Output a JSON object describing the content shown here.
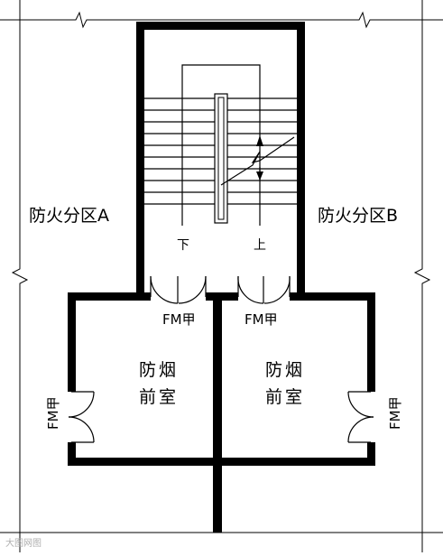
{
  "zones": {
    "left": "防火分区A",
    "right": "防火分区B"
  },
  "rooms": {
    "left": {
      "line1": "防烟",
      "line2": "前室"
    },
    "right": {
      "line1": "防烟",
      "line2": "前室"
    }
  },
  "doors": {
    "top_left": "FM甲",
    "top_right": "FM甲",
    "side_left": "FM甲",
    "side_right": "FM甲"
  },
  "stair": {
    "down": "下",
    "up": "上"
  },
  "watermark": "大图网图"
}
